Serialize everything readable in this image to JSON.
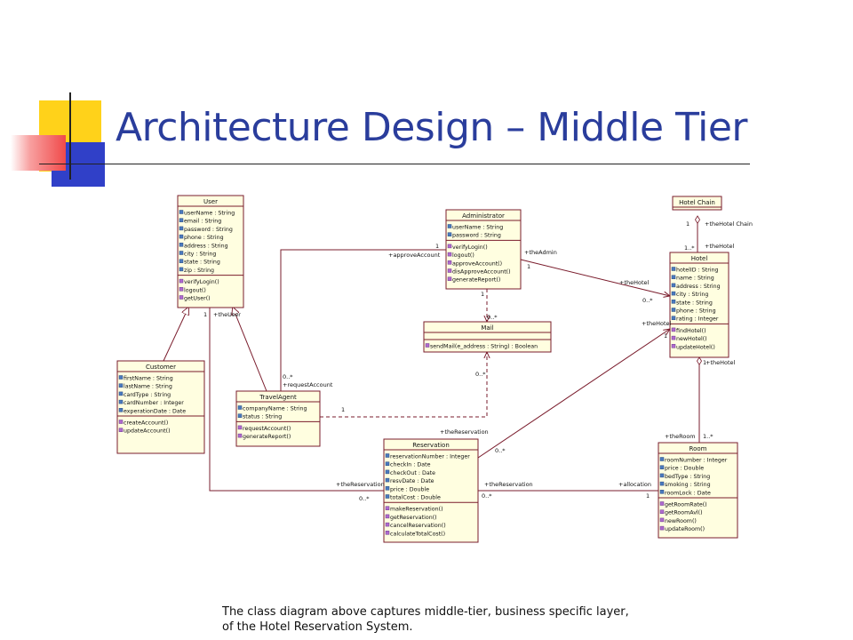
{
  "slide": {
    "title": "Architecture Design – Middle Tier",
    "caption": "The class diagram above captures middle-tier, business specific layer, of the Hotel Reservation System."
  },
  "colors": {
    "title": "#2a3d9c",
    "class_fill": "#fffee0",
    "class_border": "#7a1c2c",
    "association": "#7a1c2c",
    "deco_yellow": "#ffd21a",
    "deco_red": "#f04a4a",
    "deco_blue": "#3040c8"
  },
  "classes": [
    {
      "id": "user",
      "name": "User",
      "attributes": [
        "userName : String",
        "email : String",
        "password : String",
        "phone : String",
        "address : String",
        "city : String",
        "state : String",
        "zip : String"
      ],
      "operations": [
        "verifyLogin()",
        "logout()",
        "getUser()"
      ]
    },
    {
      "id": "customer",
      "name": "Customer",
      "attributes": [
        "firstName : String",
        "lastName : String",
        "cardType : String",
        "cardNumber : Integer",
        "experationDate : Date"
      ],
      "operations": [
        "createAccount()",
        "updateAccount()"
      ]
    },
    {
      "id": "travelagent",
      "name": "TravelAgent",
      "attributes": [
        "companyName : String",
        "status : String"
      ],
      "operations": [
        "requestAccount()",
        "generateReport()"
      ]
    },
    {
      "id": "administrator",
      "name": "Administrator",
      "attributes": [
        "userName : String",
        "password : String"
      ],
      "operations": [
        "verifyLogin()",
        "logout()",
        "approveAccount()",
        "disApproveAccount()",
        "generateReport()"
      ]
    },
    {
      "id": "mail",
      "name": "Mail",
      "attributes": [],
      "operations": [
        "sendMail(e_address : String) : Boolean"
      ]
    },
    {
      "id": "hotelchain",
      "name": "Hotel Chain",
      "attributes": [],
      "operations": []
    },
    {
      "id": "hotel",
      "name": "Hotel",
      "attributes": [
        "hotelID : String",
        "name : String",
        "address : String",
        "city : String",
        "state : String",
        "phone : String",
        "rating : Integer"
      ],
      "operations": [
        "findHotel()",
        "newHotel()",
        "updateHotel()"
      ]
    },
    {
      "id": "room",
      "name": "Room",
      "attributes": [
        "roomNumber : Integer",
        "price : Double",
        "bedType : String",
        "smoking : String",
        "roomLock : Date"
      ],
      "operations": [
        "getRoomRate()",
        "getRoomAvl()",
        "newRoom()",
        "updateRoom()"
      ]
    },
    {
      "id": "reservation",
      "name": "Reservation",
      "attributes": [
        "reservationNumber : Integer",
        "checkIn : Date",
        "checkOut : Date",
        "resvDate : Date",
        "price : Double",
        "totalCost : Double"
      ],
      "operations": [
        "makeReservation()",
        "getReservation()",
        "cancelReservation()",
        "calculateTotalCost()"
      ]
    }
  ],
  "labels": {
    "the_user": "+theUser",
    "approve_account": "+approveAccount",
    "request_account": "+requestAccount",
    "the_admin": "+theAdmin",
    "the_hotel_admin": "+theHotel",
    "the_hotel_chain": "+theHotel Chain",
    "the_hotel_chain_side": "+theHotel",
    "the_hotel_room": "+theHotel",
    "the_hotel_resv": "+theHotel",
    "the_reservation_user": "+theReservation",
    "the_reservation_agent": "+theReservation",
    "the_reservation_room": "+theReservation",
    "allocation": "+allocation",
    "the_room": "+theRoom",
    "m_one_a": "1",
    "m_one_b": "1",
    "m_one_c": "1",
    "m_one_d": "1",
    "m_one_e": "1",
    "m_one_f": "1",
    "m_one_g": "1",
    "m_one_h": "1",
    "m_one_i": "1",
    "m_one_j": "1",
    "m_many_a": "0..*",
    "m_many_b": "0..*",
    "m_many_c": "0..*",
    "m_many_d": "0..*",
    "m_many_e": "0..*",
    "m_many_f": "0..*",
    "m_many_g": "0..*",
    "m_many_h": "1..*",
    "m_many_i": "1..*"
  }
}
